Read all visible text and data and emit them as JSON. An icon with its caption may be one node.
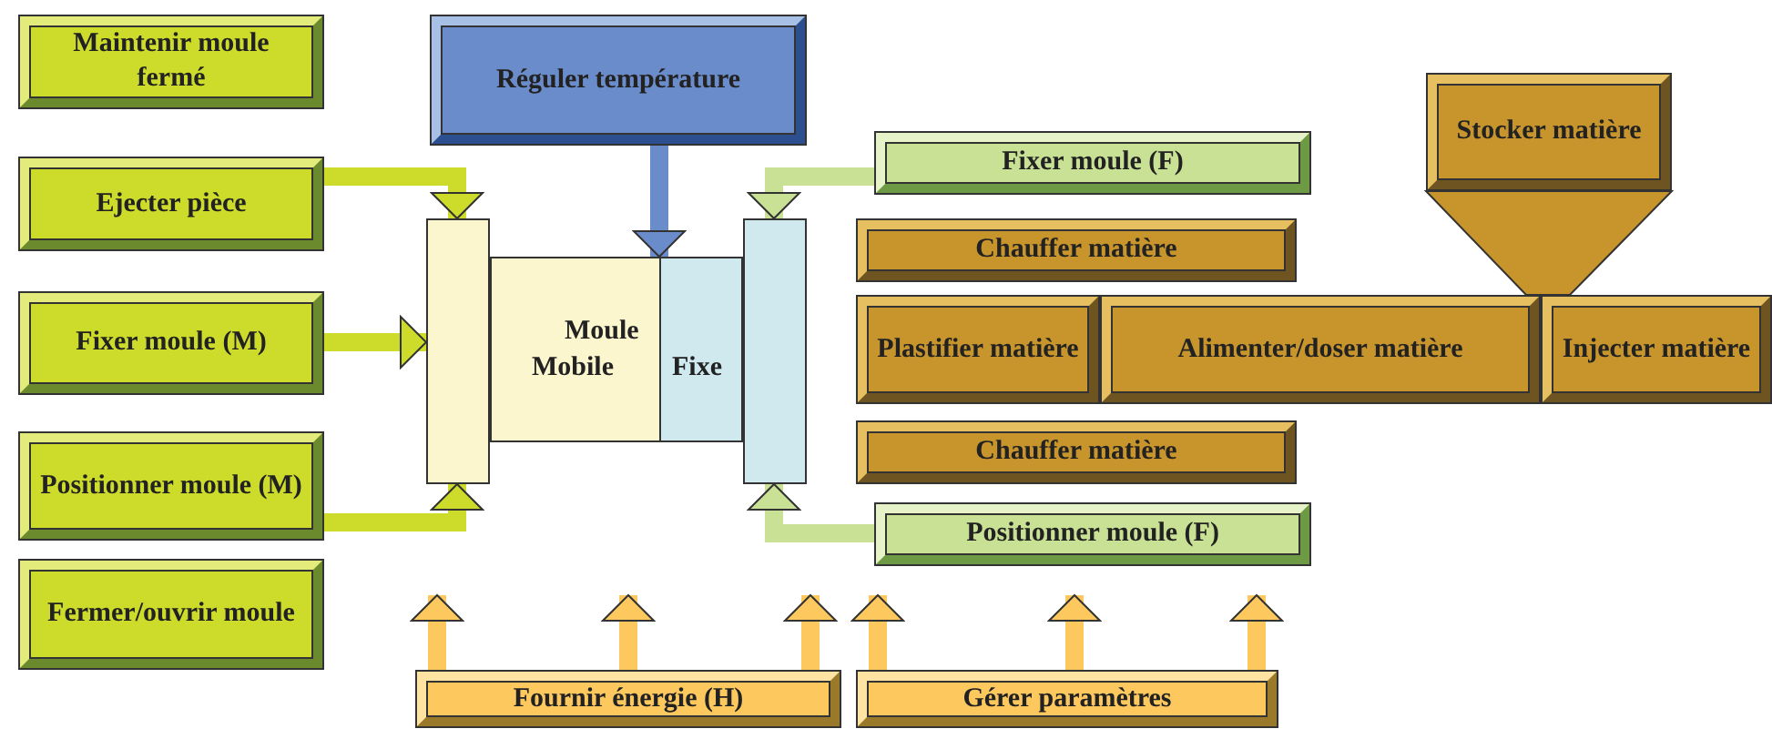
{
  "diagram": {
    "nodes": [
      {
        "text": [
          "Maintenir moule fermé"
        ]
      },
      {
        "text": [
          "Ejecter pièce"
        ]
      },
      {
        "text": [
          "Fixer moule (M)"
        ]
      },
      {
        "text": [
          "Positionner moule (M)"
        ]
      },
      {
        "text": [
          "Fermer/ouvrir moule"
        ]
      },
      {
        "text": [
          "Réguler température"
        ]
      },
      {
        "text": [],
        "shape": "bar"
      },
      {
        "text": [
          "Moule",
          "Mobile",
          "Fixe"
        ]
      },
      {
        "text": [],
        "shape": "bar"
      },
      {
        "text": [
          "Fixer moule (F)"
        ]
      },
      {
        "text": [
          "Chauffer matière"
        ]
      },
      {
        "text": [
          "Plastifier matière"
        ]
      },
      {
        "text": [
          "Alimenter/doser matière"
        ]
      },
      {
        "text": [
          "Injecter matière"
        ]
      },
      {
        "text": [
          "Chauffer matière"
        ]
      },
      {
        "text": [
          "Positionner moule (F)"
        ]
      },
      {
        "text": [
          "Stocker matière"
        ]
      },
      {
        "text": [
          "Fournir énergie (H)"
        ]
      },
      {
        "text": [
          "Gérer paramètres"
        ]
      }
    ],
    "edges": [
      {
        "from": 1,
        "to": 6,
        "arrow": "to",
        "color": "#cddc2b"
      },
      {
        "from": 2,
        "to": 6,
        "arrow": "to",
        "color": "#cddc2b"
      },
      {
        "from": 3,
        "to": 6,
        "arrow": "to",
        "color": "#cddc2b"
      },
      {
        "from": 5,
        "to": 7,
        "arrow": "to",
        "color": "#6b8ccb"
      },
      {
        "from": 9,
        "to": 8,
        "arrow": "to",
        "color": "#c9e194"
      },
      {
        "from": 15,
        "to": 8,
        "arrow": "to",
        "color": "#c9e194"
      },
      {
        "from": 17,
        "to": null,
        "arrow": "to"
      },
      {
        "from": 17,
        "to": null,
        "arrow": "to"
      },
      {
        "from": 17,
        "to": null,
        "arrow": "to"
      },
      {
        "from": 18,
        "to": null,
        "arrow": "to"
      },
      {
        "from": 18,
        "to": null,
        "arrow": "to"
      },
      {
        "from": 18,
        "to": null,
        "arrow": "to"
      }
    ]
  }
}
